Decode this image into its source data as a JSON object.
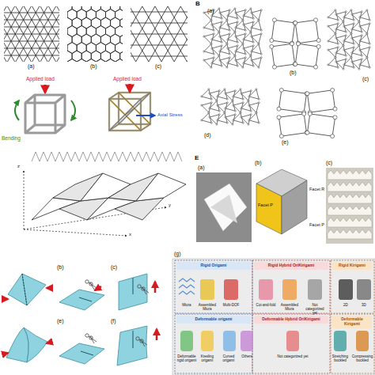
{
  "diagram": {
    "nodes": [
      {
        "text": [
          "Rigid Origami"
        ]
      },
      {
        "text": [
          "Rigid Hybrid OriKirigami"
        ]
      },
      {
        "text": [
          "Rigid Kirigami"
        ]
      },
      {
        "text": [
          "Deformable origami"
        ]
      },
      {
        "text": [
          "Deformable Hybrid OriKirigami"
        ]
      },
      {
        "text": [
          "Deformable Kirigami"
        ]
      }
    ],
    "labels": [
      "(a)",
      "(b)",
      "(c)",
      "Applied load",
      "Bending",
      "Applied load",
      "Axial Stress",
      "B",
      "(a)",
      "(b)",
      "(c)",
      "(d)",
      "(e)",
      "z",
      "y",
      "x",
      "E",
      "(a)",
      "(b)",
      "(c)",
      "Facet P",
      "Facet R",
      "Facet P",
      "(b)",
      "(c)",
      "(e)",
      "(f)",
      "(g)",
      "Miura",
      "Assembled Miura",
      "Multi-DOF",
      "Cut-and-fold",
      "Assembled Miura",
      "Not categorized yet",
      "2D",
      "3D",
      "Deformable rigid origami",
      "Kresling origami",
      "Curved origami",
      "Others",
      "Not categorized yet",
      "Stretching buckled",
      "Compressing buckled"
    ]
  }
}
